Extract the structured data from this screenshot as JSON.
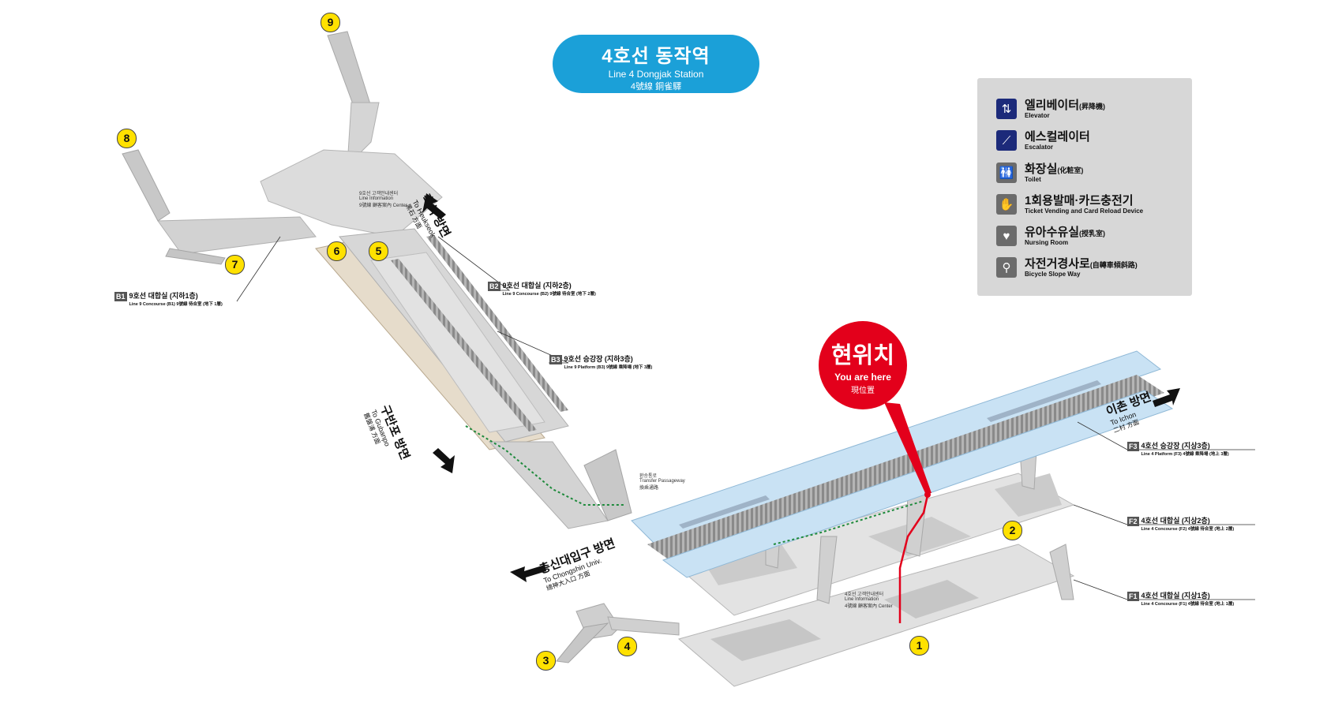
{
  "title": {
    "ko": "4호선 동작역",
    "en": "Line 4 Dongjak Station",
    "hanja": "4號線 銅雀驛"
  },
  "legend": {
    "items": [
      {
        "ko": "엘리베이터",
        "hanja": "(昇降機)",
        "en": "Elevator",
        "icon": "elevator-icon"
      },
      {
        "ko": "에스컬레이터",
        "hanja": "",
        "en": "Escalator",
        "icon": "escalator-icon"
      },
      {
        "ko": "화장실",
        "hanja": "(化粧室)",
        "en": "Toilet",
        "icon": "toilet-icon"
      },
      {
        "ko": "1회용발매·카드충전기",
        "hanja": "",
        "en": "Ticket Vending and Card Reload Device",
        "icon": "ticket-vending-icon"
      },
      {
        "ko": "유아수유실",
        "hanja": "(授乳室)",
        "en": "Nursing Room",
        "icon": "nursing-room-icon"
      },
      {
        "ko": "자전거경사로",
        "hanja": "(自轉車傾斜路)",
        "en": "Bicycle Slope Way",
        "icon": "bicycle-icon"
      }
    ]
  },
  "you_are_here": {
    "ko": "현위치",
    "en": "You are here",
    "hanja": "現位置"
  },
  "exits": [
    "1",
    "2",
    "3",
    "4",
    "5",
    "6",
    "7",
    "8",
    "9"
  ],
  "levels": [
    {
      "badge": "B1",
      "ko": "9호선 대합실 (지하1층)",
      "en": "Line 9 Concourse (B1) 9號線 待合室 (地下 1層)"
    },
    {
      "badge": "B2",
      "ko": "9호선 대합실 (지하2층)",
      "en": "Line 9 Concourse (B2) 9號線 待合室 (地下 2層)"
    },
    {
      "badge": "B3",
      "ko": "9호선 승강장 (지하3층)",
      "en": "Line 9  Platform  (B3) 9號線 乘降場 (地下 3層)"
    },
    {
      "badge": "F3",
      "ko": "4호선 승강장 (지상3층)",
      "en": "Line 4 Platform (F3) 4號線 乘降場 (地上 3層)"
    },
    {
      "badge": "F2",
      "ko": "4호선 대합실 (지상2층)",
      "en": "Line 4 Concourse (F2) 4號線 待合室 (地上 2層)"
    },
    {
      "badge": "F1",
      "ko": "4호선 대합실 (지상1층)",
      "en": "Line 4 Concourse (F1) 4號線 待合室 (地上 1層)"
    }
  ],
  "directions": {
    "heukseok": {
      "ko": "흑석 방면",
      "en": "To Heukseok",
      "hanja": "黑石 方面"
    },
    "gubanpo": {
      "ko": "구반포 방면",
      "en": "To Gubanpo",
      "hanja": "舊盤浦 方面"
    },
    "ichon": {
      "ko": "이촌 방면",
      "en": "To Ichon",
      "hanja": "二村 方面"
    },
    "chongshin": {
      "ko": "총신대입구 방면",
      "en": "To Chongshin Univ.",
      "hanja": "總神大入口 方面"
    }
  },
  "info_center": {
    "line9": {
      "ko": "9호선 고객안내센터",
      "en": "Line Information",
      "hanja": "9號線 顧客案內 Center"
    },
    "line4": {
      "ko": "4호선 고객안내센터",
      "en": "Line Information",
      "hanja": "4號線 顧客案內 Center"
    }
  },
  "transfer": {
    "ko": "환승통로",
    "en": "Transfer Passageway",
    "hanja": "換乘通路"
  },
  "colors": {
    "title_blue": "#1ba0d8",
    "you_are_here_red": "#e3001b",
    "exit_yellow": "#ffe100",
    "platform_blue": "#c9e2f4",
    "floor_gray": "#d9d9d9",
    "route_green": "#1e8a3c",
    "legend_bg": "#d7d7d7",
    "elevator_navy": "#1c2a7a"
  }
}
